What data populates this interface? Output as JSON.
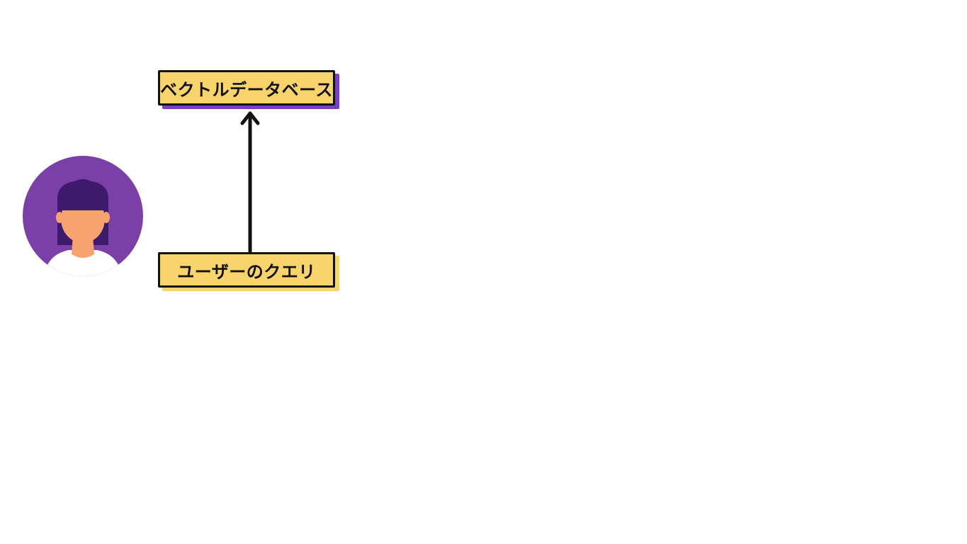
{
  "nodes": {
    "vector_db": {
      "label": "ベクトルデータベース",
      "fill_color": "#f9d46d",
      "shadow_color": "#7b3fc4"
    },
    "user_query": {
      "label": "ユーザーのクエリ",
      "fill_color": "#f9d46d",
      "shadow_color": "#f9d46d"
    }
  },
  "avatar": {
    "icon": "user-avatar-icon",
    "background_color": "#7b3fa8",
    "hair_color": "#3d1a6b",
    "skin_color": "#f8a36f"
  },
  "edges": [
    {
      "from": "user_query",
      "to": "vector_db",
      "icon": "arrow-up-icon"
    }
  ]
}
